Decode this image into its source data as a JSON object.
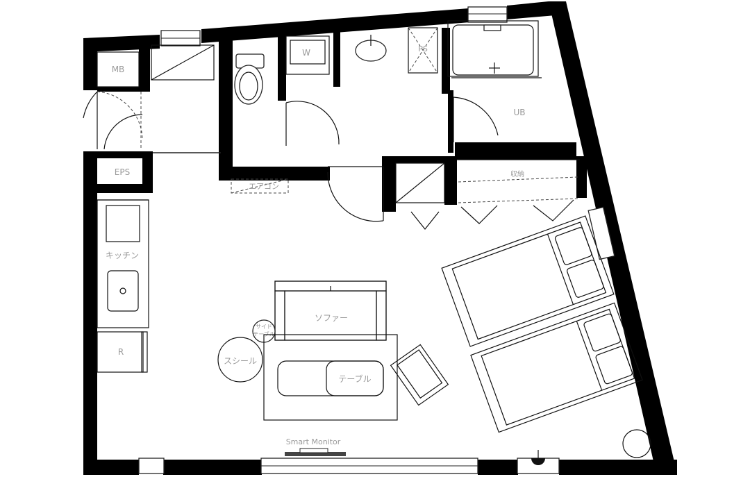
{
  "rooms": {
    "meter_box": "MB",
    "eps": "EPS",
    "washer": "W",
    "pipe_space": "PS",
    "unit_bath": "UB",
    "kitchen": "キッチン",
    "refrigerator": "R",
    "closet": "収納",
    "air_conditioner": "エアコン"
  },
  "furniture": {
    "sofa": "ソファー",
    "side_table_line1": "サイド",
    "side_table_line2": "テーブル",
    "cushion": "スシール",
    "table": "テーブル",
    "smart_monitor": "Smart Monitor"
  },
  "colors": {
    "wall": "#000000",
    "line": "#111111",
    "label": "#9a9a9a"
  }
}
